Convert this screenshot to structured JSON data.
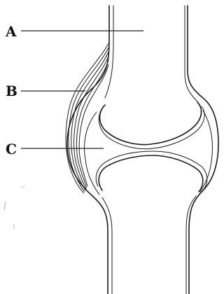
{
  "labels": {
    "a": "A",
    "b": "B",
    "c": "C"
  },
  "colors": {
    "line": "#1a1a1a",
    "background": "#ffffff"
  }
}
